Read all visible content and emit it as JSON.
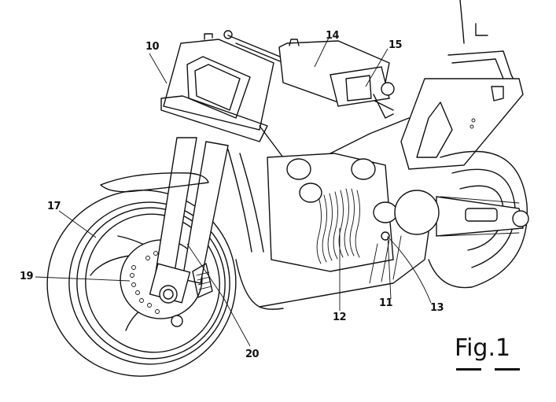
{
  "figure": {
    "caption": "Fig.1",
    "subject": "motorcycle patent line drawing"
  },
  "reference_numerals": [
    {
      "id": "10",
      "label": "10",
      "target": "frame / headstock"
    },
    {
      "id": "11",
      "label": "11",
      "target": "engine mount bolt"
    },
    {
      "id": "12",
      "label": "12",
      "target": "engine cylinder fins"
    },
    {
      "id": "13",
      "label": "13",
      "target": "exhaust / lower mount"
    },
    {
      "id": "14",
      "label": "14",
      "target": "fuel tank area"
    },
    {
      "id": "15",
      "label": "15",
      "target": "upper bracket"
    },
    {
      "id": "17",
      "label": "17",
      "target": "front wheel"
    },
    {
      "id": "19",
      "label": "19",
      "target": "brake disc"
    },
    {
      "id": "20",
      "label": "20",
      "target": "front fork"
    }
  ]
}
